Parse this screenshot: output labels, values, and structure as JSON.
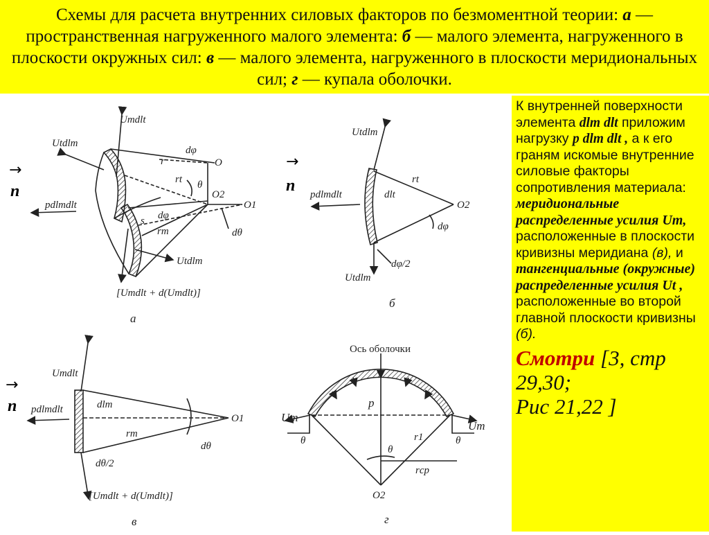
{
  "title": {
    "p1": "Схемы для расчета внутренних силовых факторов по безмоментной теории: ",
    "a": "а",
    "p2": " — пространственная нагруженного малого элемента: ",
    "b": "б",
    "p3": " — малого элемента, нагруженного в плоскости окружных сил: ",
    "v": "в",
    "p4": " — малого элемента, нагруженного в плоскости меридиональных сил; ",
    "g": "г",
    "p5": " — купала оболочки."
  },
  "panel": {
    "t1": "К внутренней поверхности элемента ",
    "dlm_dlt": "dlm dlt",
    "t2": " приложим нагрузку ",
    "load": "p dlm dlt ,",
    "t3": " а к его граням искомые внутренние силовые факторы сопротивления материала: ",
    "merid": "меридиональные распределенные усилия Um,",
    "t4": " расположенные в плоскости кривизны меридиана ",
    "ref_v": "(в),",
    "t5": " и ",
    "tang": "тангенциальные (окружные) распределенные усилия Ut ,",
    "t6": " расположенные во второй главной плоскости кривизны ",
    "ref_b": "(б).",
    "see": "Смотри ",
    "see_rest": "[3, стр 29,30;",
    "fig": "Рис 21,22  ]"
  },
  "normal_marks": [
    {
      "arrow": "→",
      "letter": "n"
    },
    {
      "arrow": "→",
      "letter": "n"
    },
    {
      "arrow": "→",
      "letter": "n"
    }
  ],
  "figure_a": {
    "um": "Umdlt",
    "ut": "Utdlm",
    "r": "r",
    "rt": "rt",
    "rm": "rm",
    "dphi": "dφ",
    "dphi2": "dφ",
    "theta": "θ",
    "o": "O",
    "o2": "O2",
    "o1": "O1",
    "s": "s",
    "dtheta": "dθ",
    "p": "pdlmdlt",
    "ut2": "Utdlm",
    "bottom": "[Umdlt + d(Umdlt)]",
    "caption": "а"
  },
  "figure_b": {
    "ut": "Utdlm",
    "dlt": "dlt",
    "rt": "rt",
    "o2": "O2",
    "p": "pdlmdlt",
    "dphi": "dφ",
    "dphi2": "dφ/2",
    "ut2": "Utdlm",
    "caption": "б"
  },
  "figure_v": {
    "um": "Umdlt",
    "dlm": "dlm",
    "p": "pdlmdlt",
    "rm": "rm",
    "o1": "O1",
    "dtheta": "dθ",
    "dtheta2": "dθ/2",
    "bottom": "[Umdlt + d(Umdlt)]",
    "caption": "в"
  },
  "figure_g": {
    "axis": "Ось оболочки",
    "p": "p",
    "um_left": "Um",
    "um_right": "Um",
    "theta_left": "θ",
    "theta_right": "θ",
    "theta_mid": "θ",
    "r1": "r1",
    "rcp": "rср",
    "o2": "O2",
    "caption": "г"
  }
}
